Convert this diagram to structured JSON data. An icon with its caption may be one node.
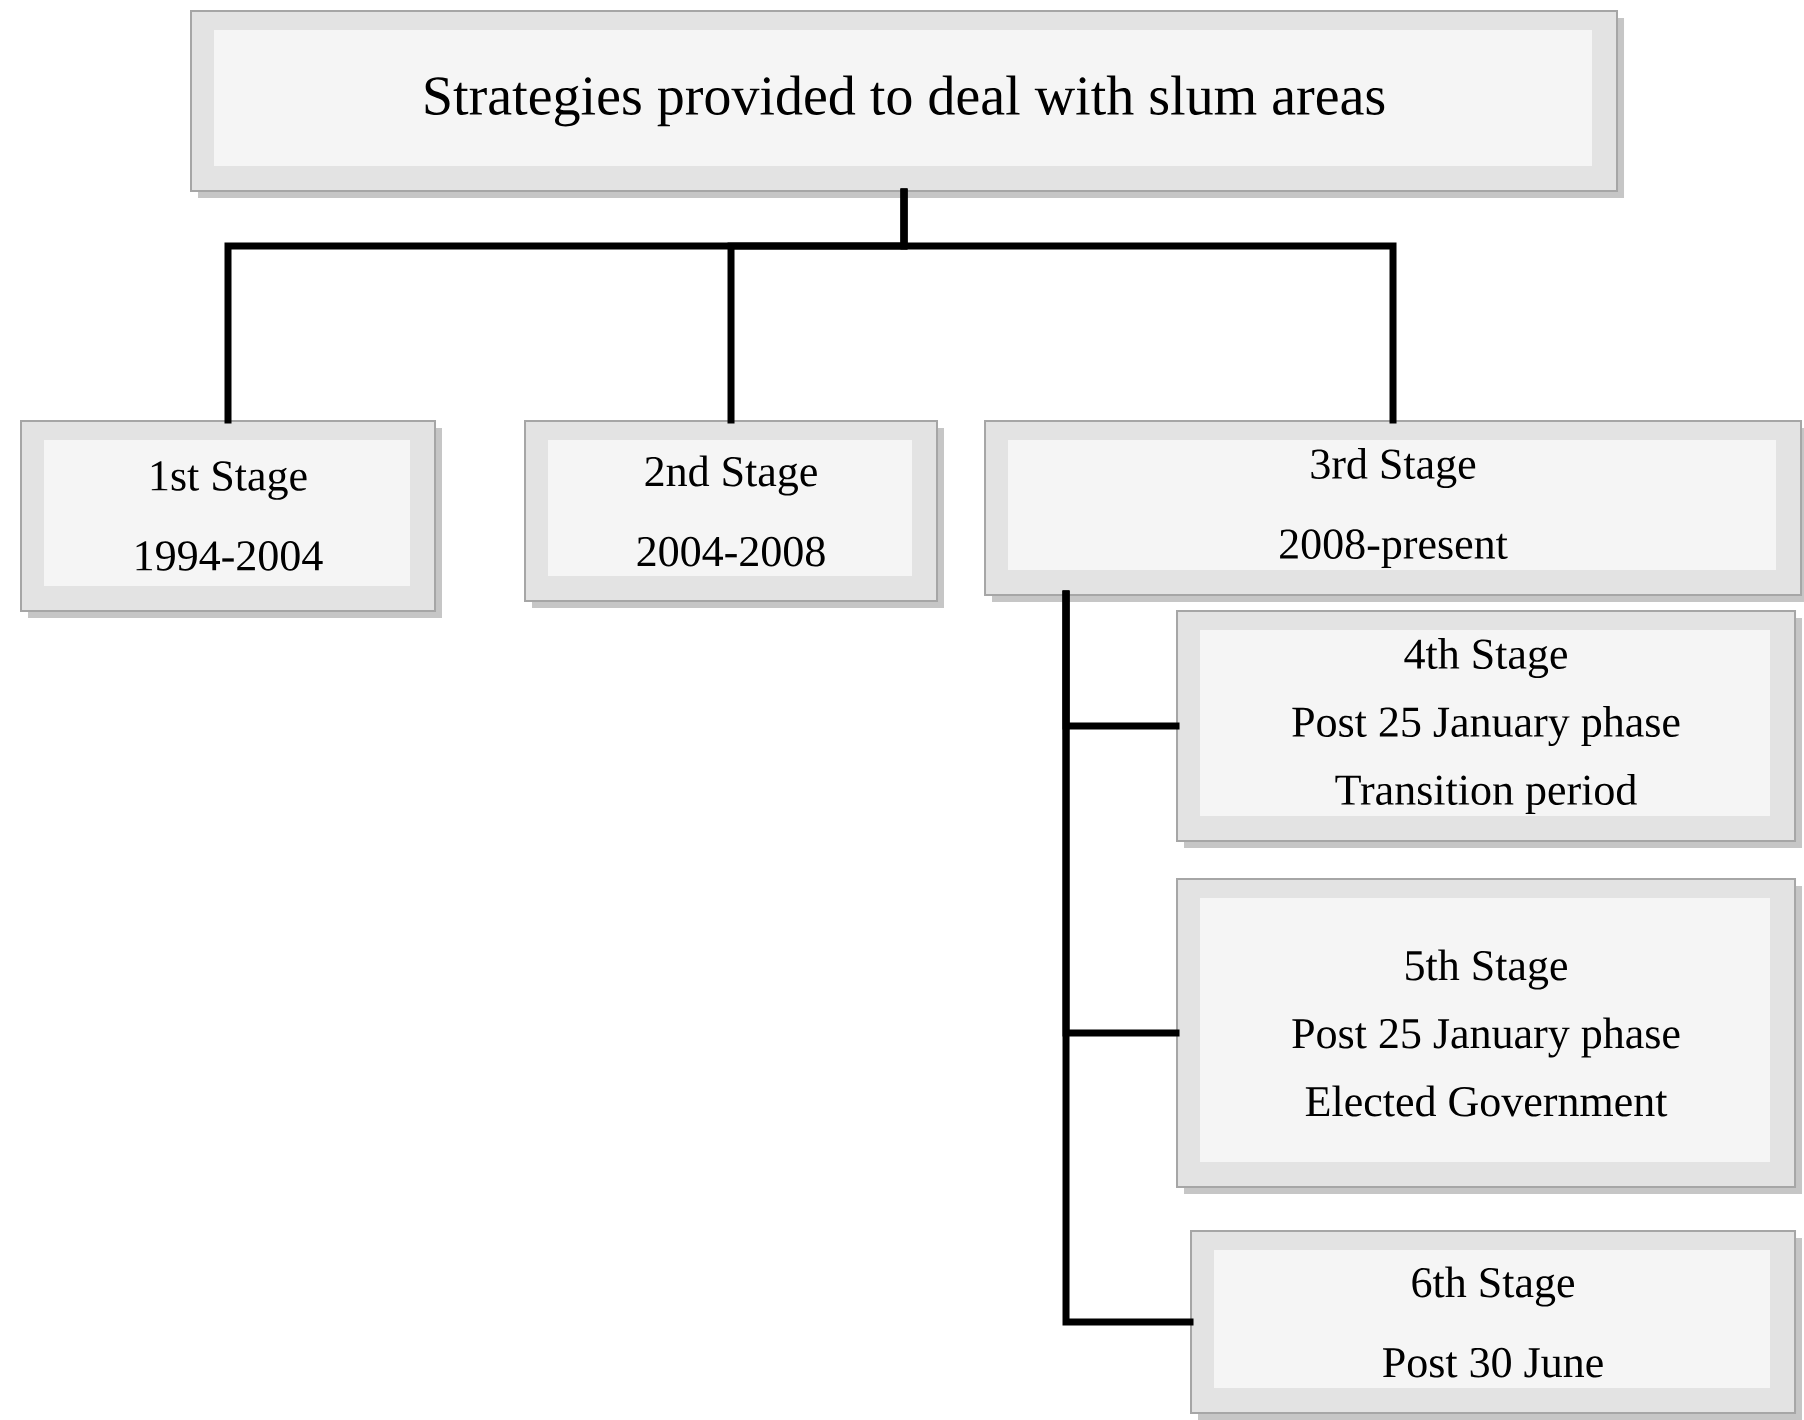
{
  "diagram": {
    "nodes": [
      {
        "text": [
          "Strategies provided to deal with slum areas"
        ]
      },
      {
        "text": [
          "1st Stage",
          "1994-2004"
        ]
      },
      {
        "text": [
          "2nd Stage",
          "2004-2008"
        ]
      },
      {
        "text": [
          "3rd Stage",
          "2008-present"
        ]
      },
      {
        "text": [
          "4th Stage",
          "Post 25 January phase",
          "Transition period"
        ]
      },
      {
        "text": [
          "5th Stage",
          "Post 25 January phase",
          "Elected  Government"
        ]
      },
      {
        "text": [
          "6th Stage",
          "Post 30 June"
        ]
      }
    ],
    "edges": [
      {
        "from": 0,
        "to": 1,
        "arrow": "none"
      },
      {
        "from": 0,
        "to": 2,
        "arrow": "none"
      },
      {
        "from": 0,
        "to": 3,
        "arrow": "none"
      },
      {
        "from": 3,
        "to": 4,
        "arrow": "none"
      },
      {
        "from": 3,
        "to": 5,
        "arrow": "none"
      },
      {
        "from": 3,
        "to": 6,
        "arrow": "none"
      }
    ]
  }
}
